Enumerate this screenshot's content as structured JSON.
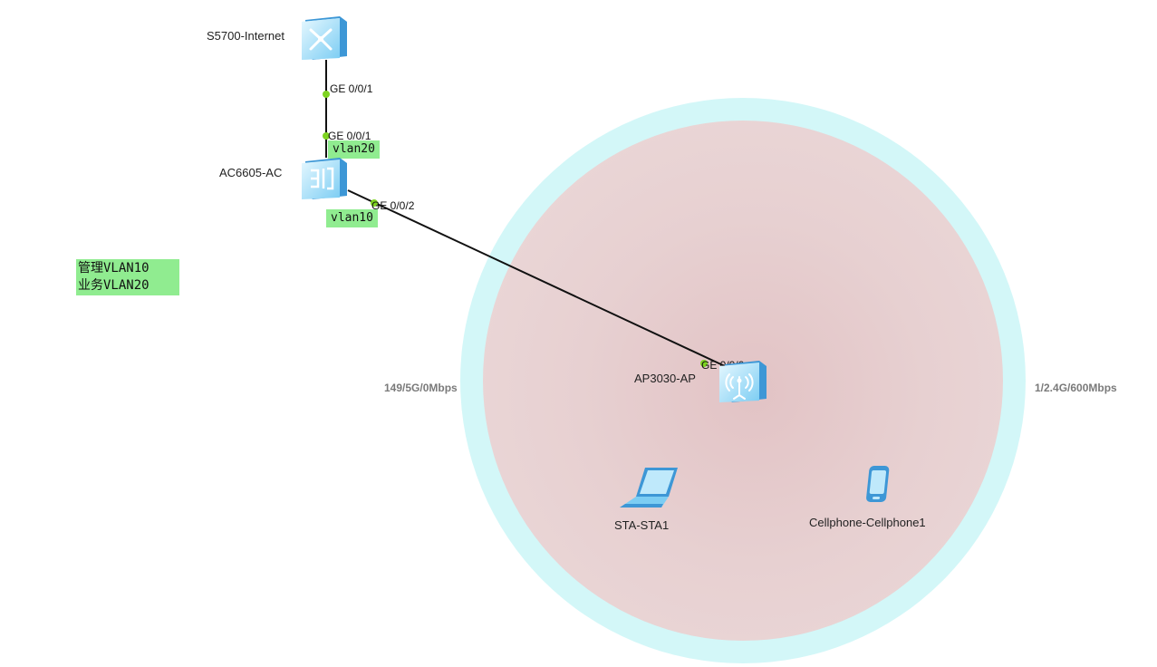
{
  "devices": {
    "switch": {
      "name": "S5700-Internet",
      "icon": "switch-icon"
    },
    "ac": {
      "name": "AC6605-AC",
      "icon": "access-controller-icon"
    },
    "ap": {
      "name": "AP3030-AP",
      "icon": "wireless-ap-icon"
    },
    "sta": {
      "name": "STA-STA1",
      "icon": "laptop-icon"
    },
    "phone": {
      "name": "Cellphone-Cellphone1",
      "icon": "cellphone-icon"
    }
  },
  "ports": {
    "switch_ge001": "GE 0/0/1",
    "ac_ge001": "GE 0/0/1",
    "ac_ge002": "GE 0/0/2",
    "ap_ge000": "GE 0/0/0"
  },
  "vlan_tags": {
    "uplink": "vlan20",
    "downlink": "vlan10"
  },
  "note": {
    "line1": "管理VLAN10",
    "line2": "业务VLAN20"
  },
  "radio": {
    "left": "149/5G/0Mbps",
    "right": "1/2.4G/600Mbps"
  },
  "colors": {
    "link": "#111111",
    "port_dot": "#7ed321",
    "vlan_tag": "#90ec90",
    "coverage_outer": "#d3f7f8",
    "coverage_inner": "#e7d0d1",
    "device_blue": "#6ec6f2"
  }
}
